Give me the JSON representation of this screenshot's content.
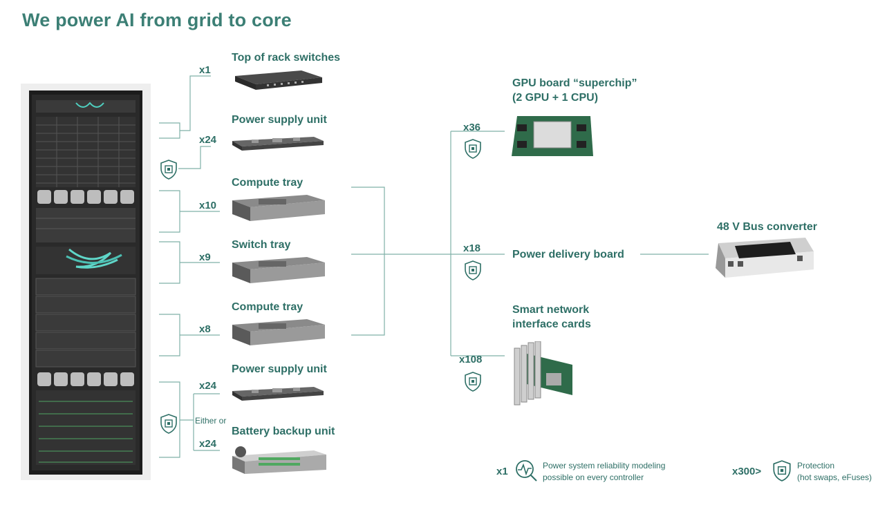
{
  "title": "We power AI from grid to core",
  "components": [
    {
      "label": "Top of rack switches",
      "qty": "x1"
    },
    {
      "label": "Power supply unit",
      "qty": "x24"
    },
    {
      "label": "Compute tray",
      "qty": "x10"
    },
    {
      "label": "Switch tray",
      "qty": "x9"
    },
    {
      "label": "Compute tray",
      "qty": "x8"
    },
    {
      "label": "Power supply unit",
      "qty": "x24"
    },
    {
      "label": "Battery backup unit",
      "qty": "x24"
    }
  ],
  "either_or": "Either or",
  "tray_parts": [
    {
      "label_line1": "GPU board “superchip”",
      "label_line2": "(2 GPU + 1 CPU)",
      "qty": "x36"
    },
    {
      "label_line1": "Power delivery board",
      "label_line2": "",
      "qty": "x18"
    },
    {
      "label_line1": "Smart network",
      "label_line2": "interface cards",
      "qty": "x108"
    }
  ],
  "bus_converter": "48 V Bus converter",
  "legend": {
    "reliability": {
      "qty": "x1",
      "line1": "Power system reliability modeling",
      "line2": "possible on every controller",
      "icon": "pulse-magnifier-icon"
    },
    "protection": {
      "qty": "x300>",
      "line1": "Protection",
      "line2": "(hot swaps, eFuses)",
      "icon": "chip-shield-icon"
    }
  },
  "colors": {
    "teal": "#2e6f66",
    "line": "#6aa39a",
    "rack": "#1a1a1a"
  }
}
